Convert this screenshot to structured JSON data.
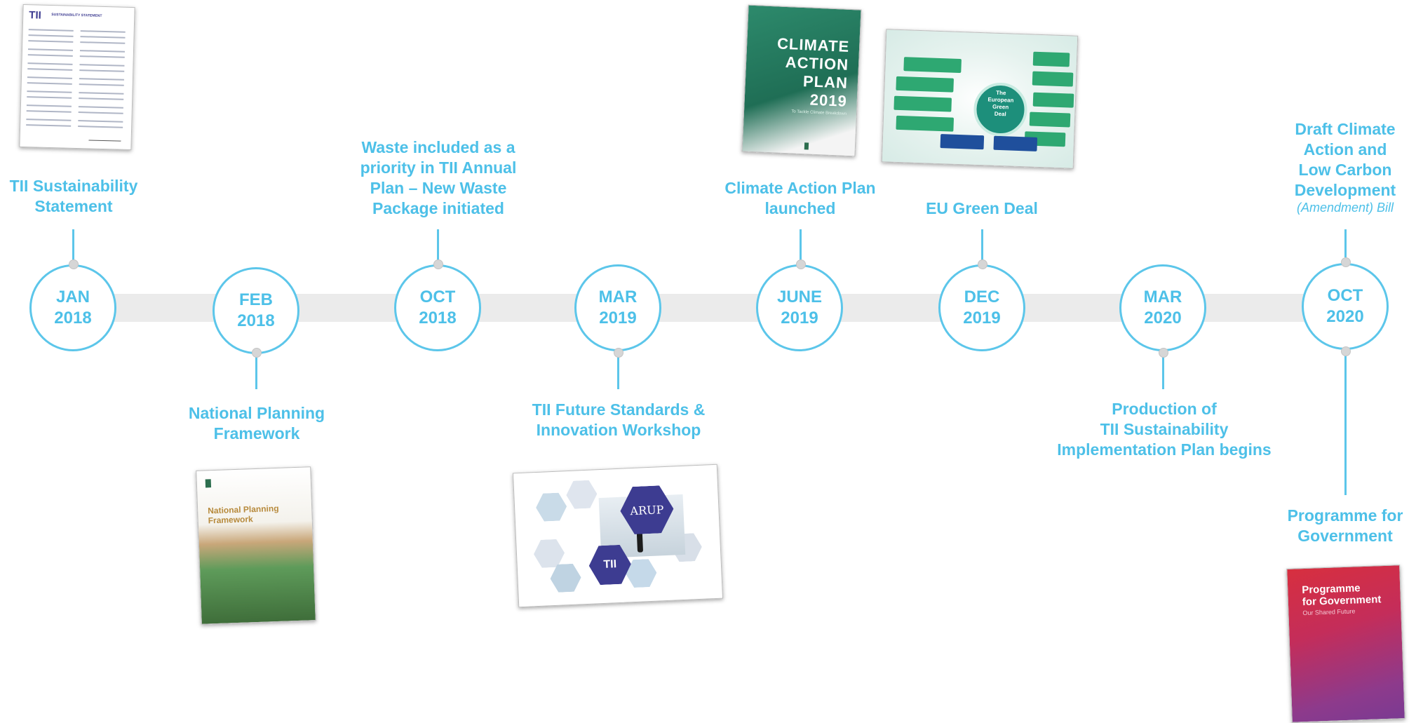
{
  "timeline": {
    "milestones": [
      {
        "month": "JAN",
        "year": "2018"
      },
      {
        "month": "FEB",
        "year": "2018"
      },
      {
        "month": "OCT",
        "year": "2018"
      },
      {
        "month": "MAR",
        "year": "2019"
      },
      {
        "month": "JUNE",
        "year": "2019"
      },
      {
        "month": "DEC",
        "year": "2019"
      },
      {
        "month": "MAR",
        "year": "2020"
      },
      {
        "month": "OCT",
        "year": "2020"
      }
    ],
    "events": {
      "sustainability_statement": [
        "TII Sustainability",
        "Statement"
      ],
      "national_planning": [
        "National Planning",
        "Framework"
      ],
      "waste": [
        "Waste included as a",
        "priority in TII Annual",
        "Plan – New Waste",
        "Package initiated"
      ],
      "future_standards": [
        "TII Future Standards &",
        "Innovation Workshop"
      ],
      "climate_action_plan": [
        "Climate Action Plan",
        "launched"
      ],
      "green_deal": [
        "EU Green Deal"
      ],
      "implementation_plan": [
        "Production of",
        "TII Sustainability",
        "Implementation Plan begins"
      ],
      "draft_climate": [
        "Draft Climate",
        "Action and",
        "Low Carbon",
        "Development"
      ],
      "draft_climate_sub": "(Amendment) Bill",
      "programme": [
        "Programme for",
        "Government"
      ]
    }
  },
  "thumbnails": {
    "sustainability_logo": "TII",
    "sustainability_title": "SUSTAINABILITY STATEMENT",
    "npf_title": [
      "National Planning",
      "Framework"
    ],
    "cap_title": [
      "CLIMATE",
      "ACTION",
      "PLAN",
      "2019"
    ],
    "cap_subtitle": "To Tackle Climate Breakdown",
    "egd_core": [
      "The",
      "European",
      "Green",
      "Deal"
    ],
    "arup": "ARUP",
    "tii_logo": "TII",
    "pfg_title": [
      "Programme",
      "for Government"
    ],
    "pfg_sub": "Our Shared Future"
  },
  "colors": {
    "accent": "#4dc0e8",
    "band": "#ebebeb",
    "dot": "#d6d6d6"
  }
}
